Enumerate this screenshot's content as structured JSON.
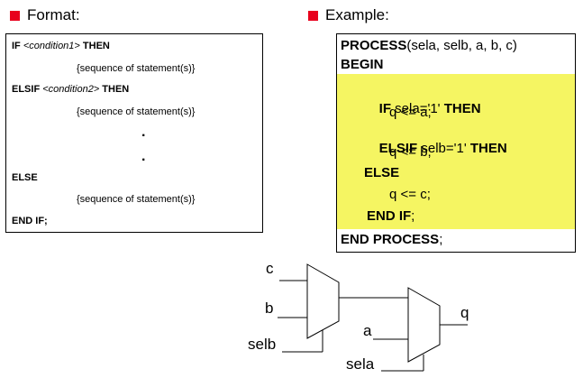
{
  "colors": {
    "bullet": "#e8001c",
    "highlight": "#f5f562"
  },
  "format": {
    "heading": "Format:",
    "if_kw": "IF",
    "cond1": "<condition1>",
    "then1": "THEN",
    "seq1": "{sequence of statement(s)}",
    "elsif_kw": "ELSIF",
    "cond2": "<condition2>",
    "then2": "THEN",
    "seq2": "{sequence of statement(s)}",
    "dot1": ".",
    "dot2": ".",
    "else_kw": "ELSE",
    "seq3": "{sequence of statement(s)}",
    "endif": "END IF;"
  },
  "example": {
    "heading": "Example:",
    "process_kw": "PROCESS",
    "process_args": "(sela, selb, a, b, c)",
    "begin_kw": "BEGIN",
    "if_kw": "IF",
    "if_cond": " sela='1' ",
    "then1": "THEN",
    "assign_a": "q <= a;",
    "elsif_kw": "ELSIF",
    "elsif_cond": " selb='1' ",
    "then2": "THEN",
    "assign_b": "q <= b;",
    "else_kw": "ELSE",
    "assign_c": "q <= c;",
    "endif_kw": "END IF",
    "endif_semi": ";",
    "endprocess_kw": "END PROCESS",
    "endprocess_semi": ";"
  },
  "diagram": {
    "label_c": "c",
    "label_b": "b",
    "label_selb": "selb",
    "label_a": "a",
    "label_q": "q",
    "label_sela": "sela"
  }
}
